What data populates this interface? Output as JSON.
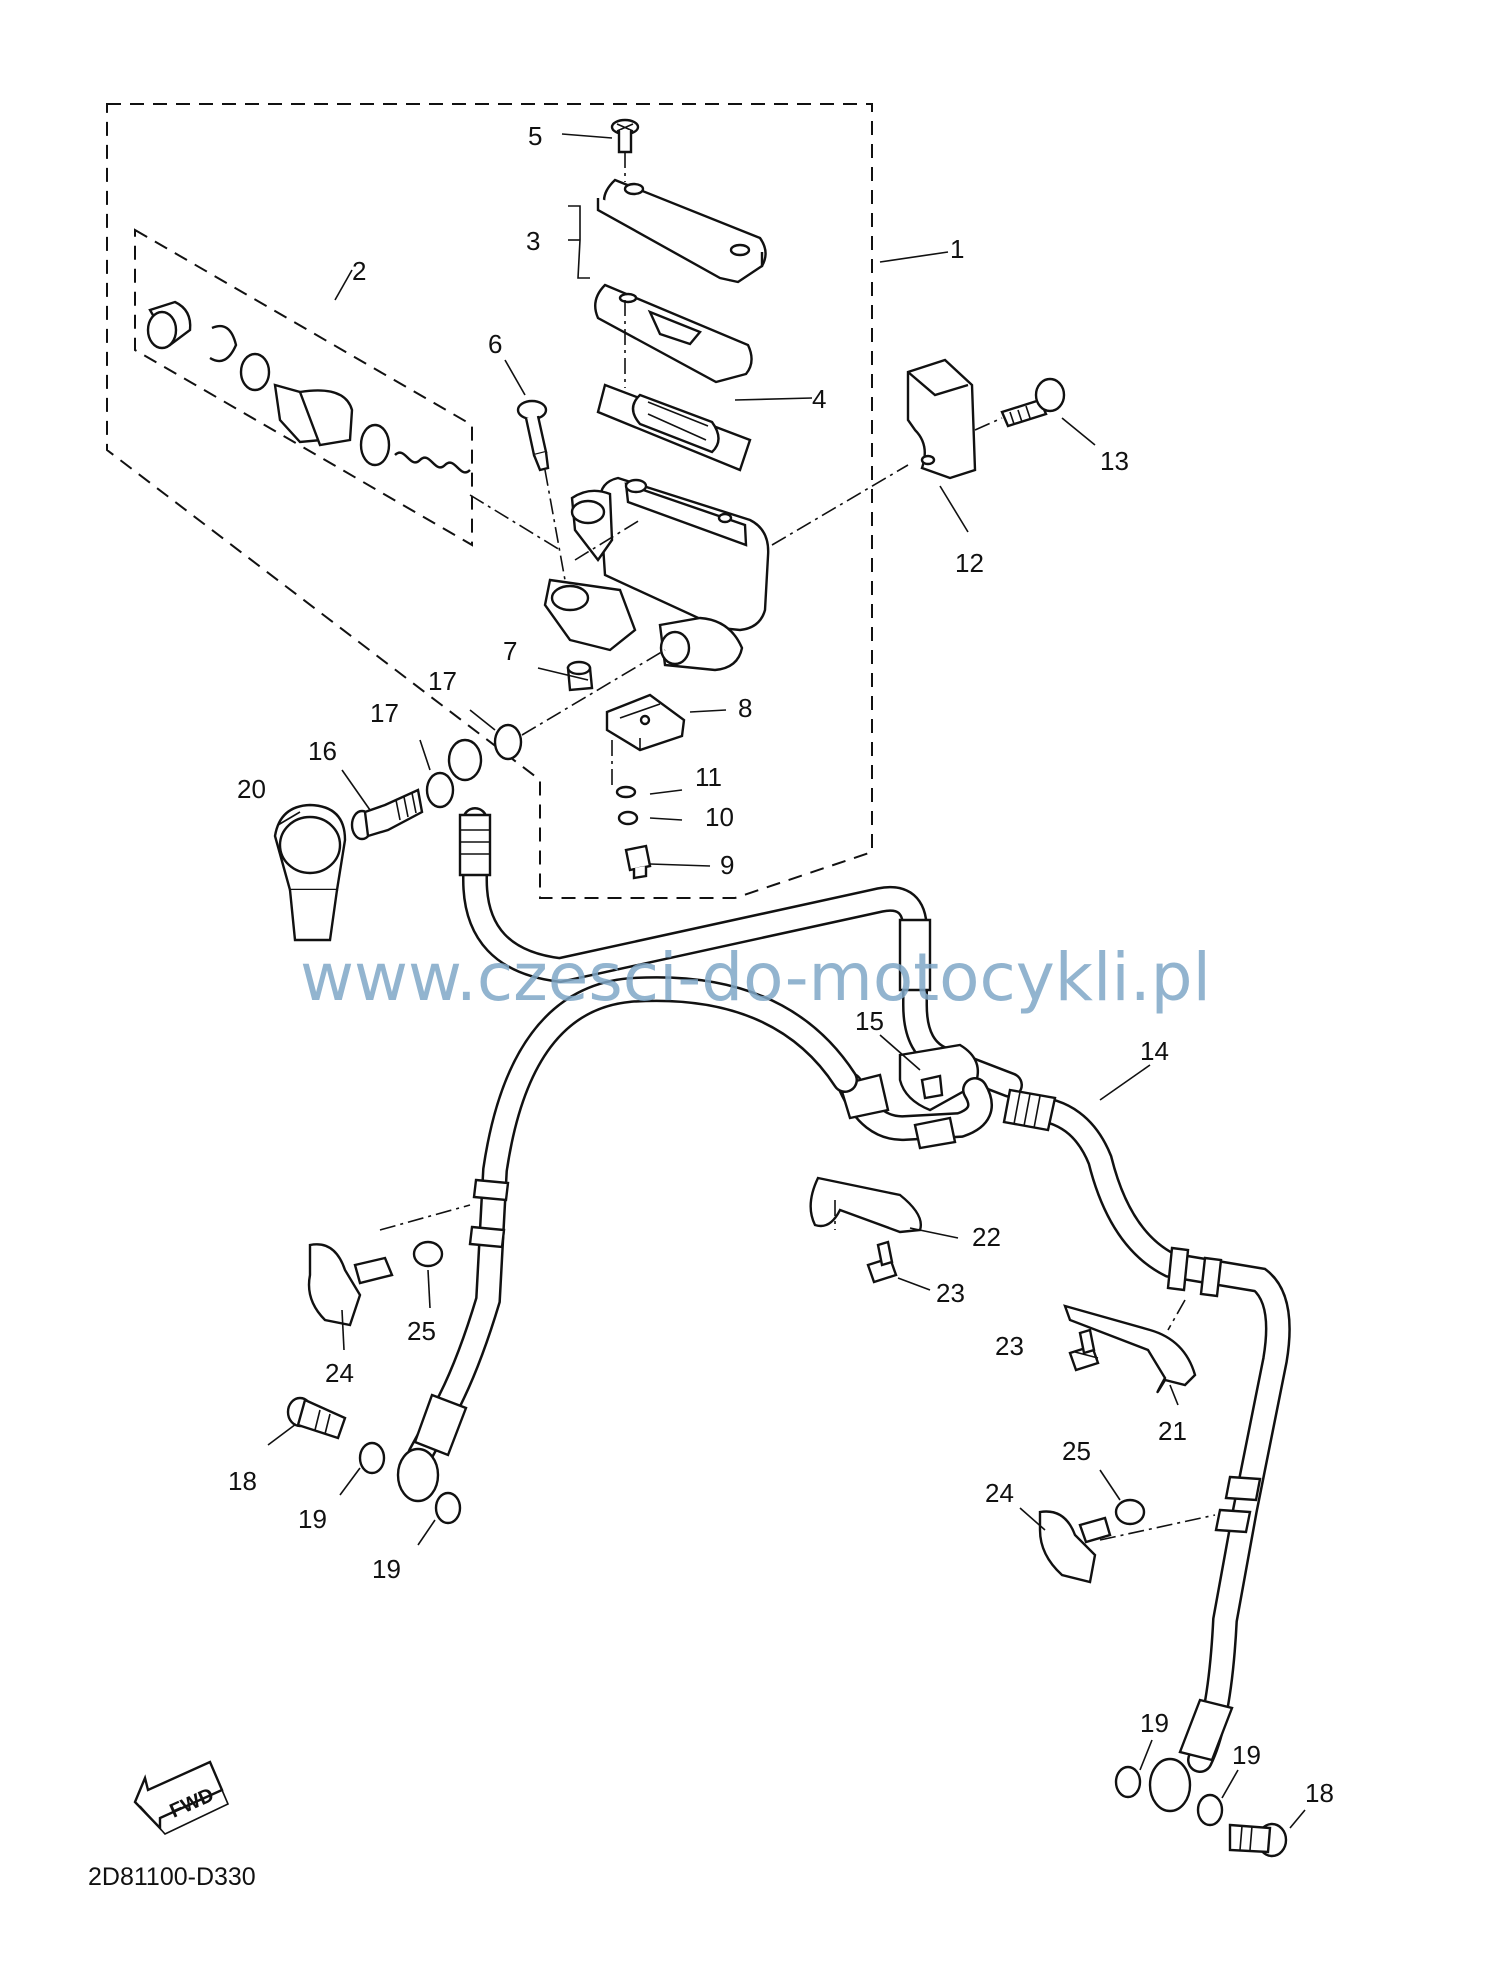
{
  "diagram": {
    "callouts": [
      {
        "id": "c1",
        "text": "1"
      },
      {
        "id": "c2",
        "text": "2"
      },
      {
        "id": "c3",
        "text": "3"
      },
      {
        "id": "c4",
        "text": "4"
      },
      {
        "id": "c5",
        "text": "5"
      },
      {
        "id": "c6",
        "text": "6"
      },
      {
        "id": "c7",
        "text": "7"
      },
      {
        "id": "c8",
        "text": "8"
      },
      {
        "id": "c9",
        "text": "9"
      },
      {
        "id": "c10",
        "text": "10"
      },
      {
        "id": "c11",
        "text": "11"
      },
      {
        "id": "c12",
        "text": "12"
      },
      {
        "id": "c13",
        "text": "13"
      },
      {
        "id": "c14",
        "text": "14"
      },
      {
        "id": "c15",
        "text": "15"
      },
      {
        "id": "c16",
        "text": "16"
      },
      {
        "id": "c17a",
        "text": "17"
      },
      {
        "id": "c17b",
        "text": "17"
      },
      {
        "id": "c18a",
        "text": "18"
      },
      {
        "id": "c18b",
        "text": "18"
      },
      {
        "id": "c19a",
        "text": "19"
      },
      {
        "id": "c19b",
        "text": "19"
      },
      {
        "id": "c19c",
        "text": "19"
      },
      {
        "id": "c19d",
        "text": "19"
      },
      {
        "id": "c20",
        "text": "20"
      },
      {
        "id": "c21",
        "text": "21"
      },
      {
        "id": "c22",
        "text": "22"
      },
      {
        "id": "c23a",
        "text": "23"
      },
      {
        "id": "c23b",
        "text": "23"
      },
      {
        "id": "c24a",
        "text": "24"
      },
      {
        "id": "c24b",
        "text": "24"
      },
      {
        "id": "c25a",
        "text": "25"
      },
      {
        "id": "c25b",
        "text": "25"
      }
    ],
    "watermark": "www.czesci-do-motocykli.pl",
    "fwd_badge": "FWD",
    "diagram_code": "2D81100-D330"
  },
  "colors": {
    "ink": "#111111",
    "paper": "#ffffff",
    "watermark": "#7fa7c7"
  }
}
